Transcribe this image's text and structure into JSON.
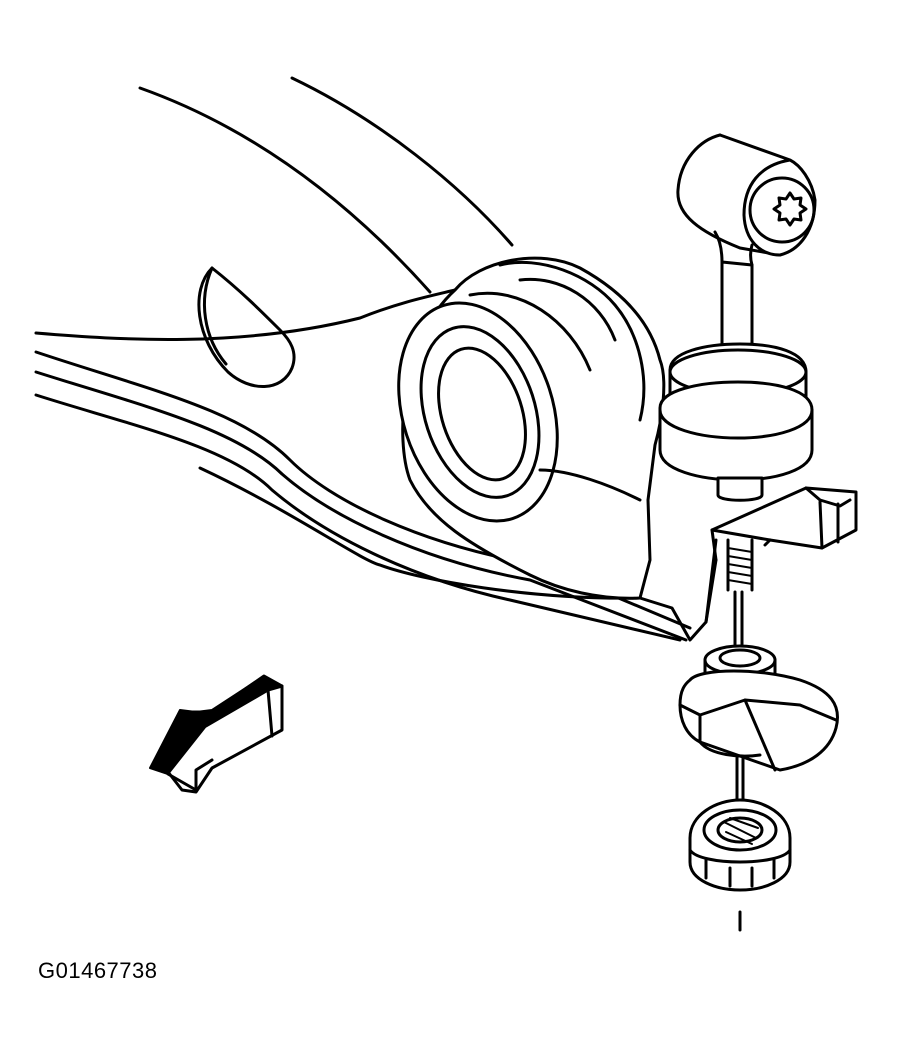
{
  "figure": {
    "id_label": "G01467738"
  },
  "parts": [
    "lower-control-arm",
    "stabilizer-link",
    "link-bushing",
    "mounting-bracket",
    "lower-insulator",
    "flange-nut"
  ],
  "colors": {
    "ink": "#000000",
    "paper": "#ffffff"
  }
}
